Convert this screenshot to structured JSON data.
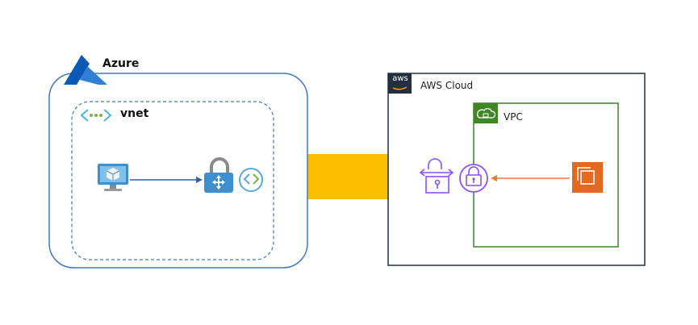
{
  "azure": {
    "title": "Azure",
    "vnet_title": "vnet"
  },
  "aws": {
    "title": "AWS Cloud",
    "logo_text": "aws",
    "vpc_title": "VPC"
  },
  "colors": {
    "azure_border": "#3f78c4",
    "aws_border": "#232f3e",
    "vpc_border": "#3f8624",
    "link": "#fbbf00",
    "flow_azure": "#2f5fa8",
    "flow_aws": "#ed7d31",
    "ec2": "#e5691d",
    "vpn_purple": "#8c4fff"
  },
  "icons": {
    "azure_logo": "azure-logo-icon",
    "vnet": "vnet-icon",
    "vm": "virtual-machine-icon",
    "vpn_gateway": "vpn-gateway-icon",
    "connection": "connection-icon",
    "customer_gateway": "customer-gateway-icon",
    "vpn_gateway_aws": "aws-vpn-gateway-icon",
    "ec2": "ec2-instance-icon",
    "aws_logo": "aws-logo-icon",
    "vpc_cloud": "vpc-cloud-icon"
  }
}
